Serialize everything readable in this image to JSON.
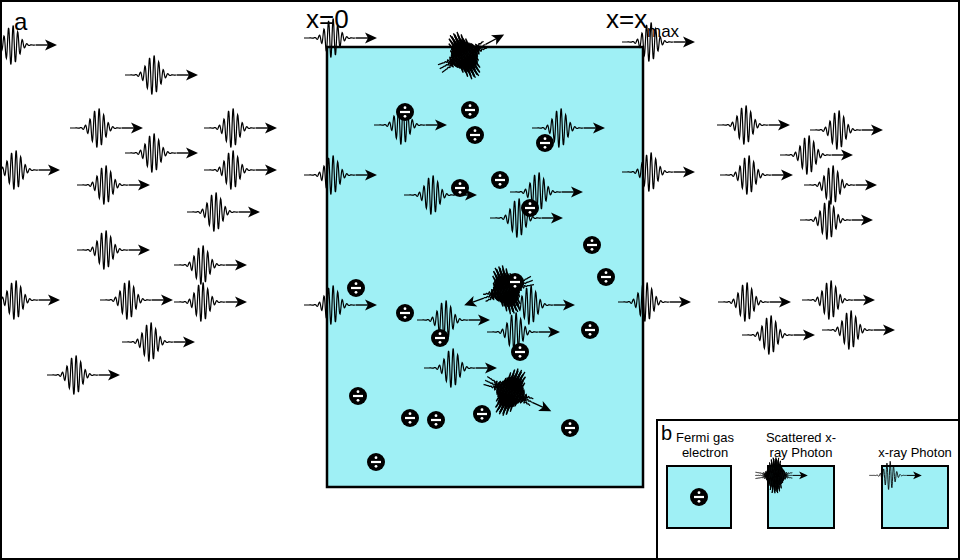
{
  "diagram": {
    "labels": [
      "a",
      "x=0",
      "x=x",
      "max",
      "b"
    ],
    "legend": [
      {
        "text": "Fermi gas electron"
      },
      {
        "text": "Scattered x-ray Photon"
      },
      {
        "text": "x-ray Photon"
      }
    ]
  }
}
